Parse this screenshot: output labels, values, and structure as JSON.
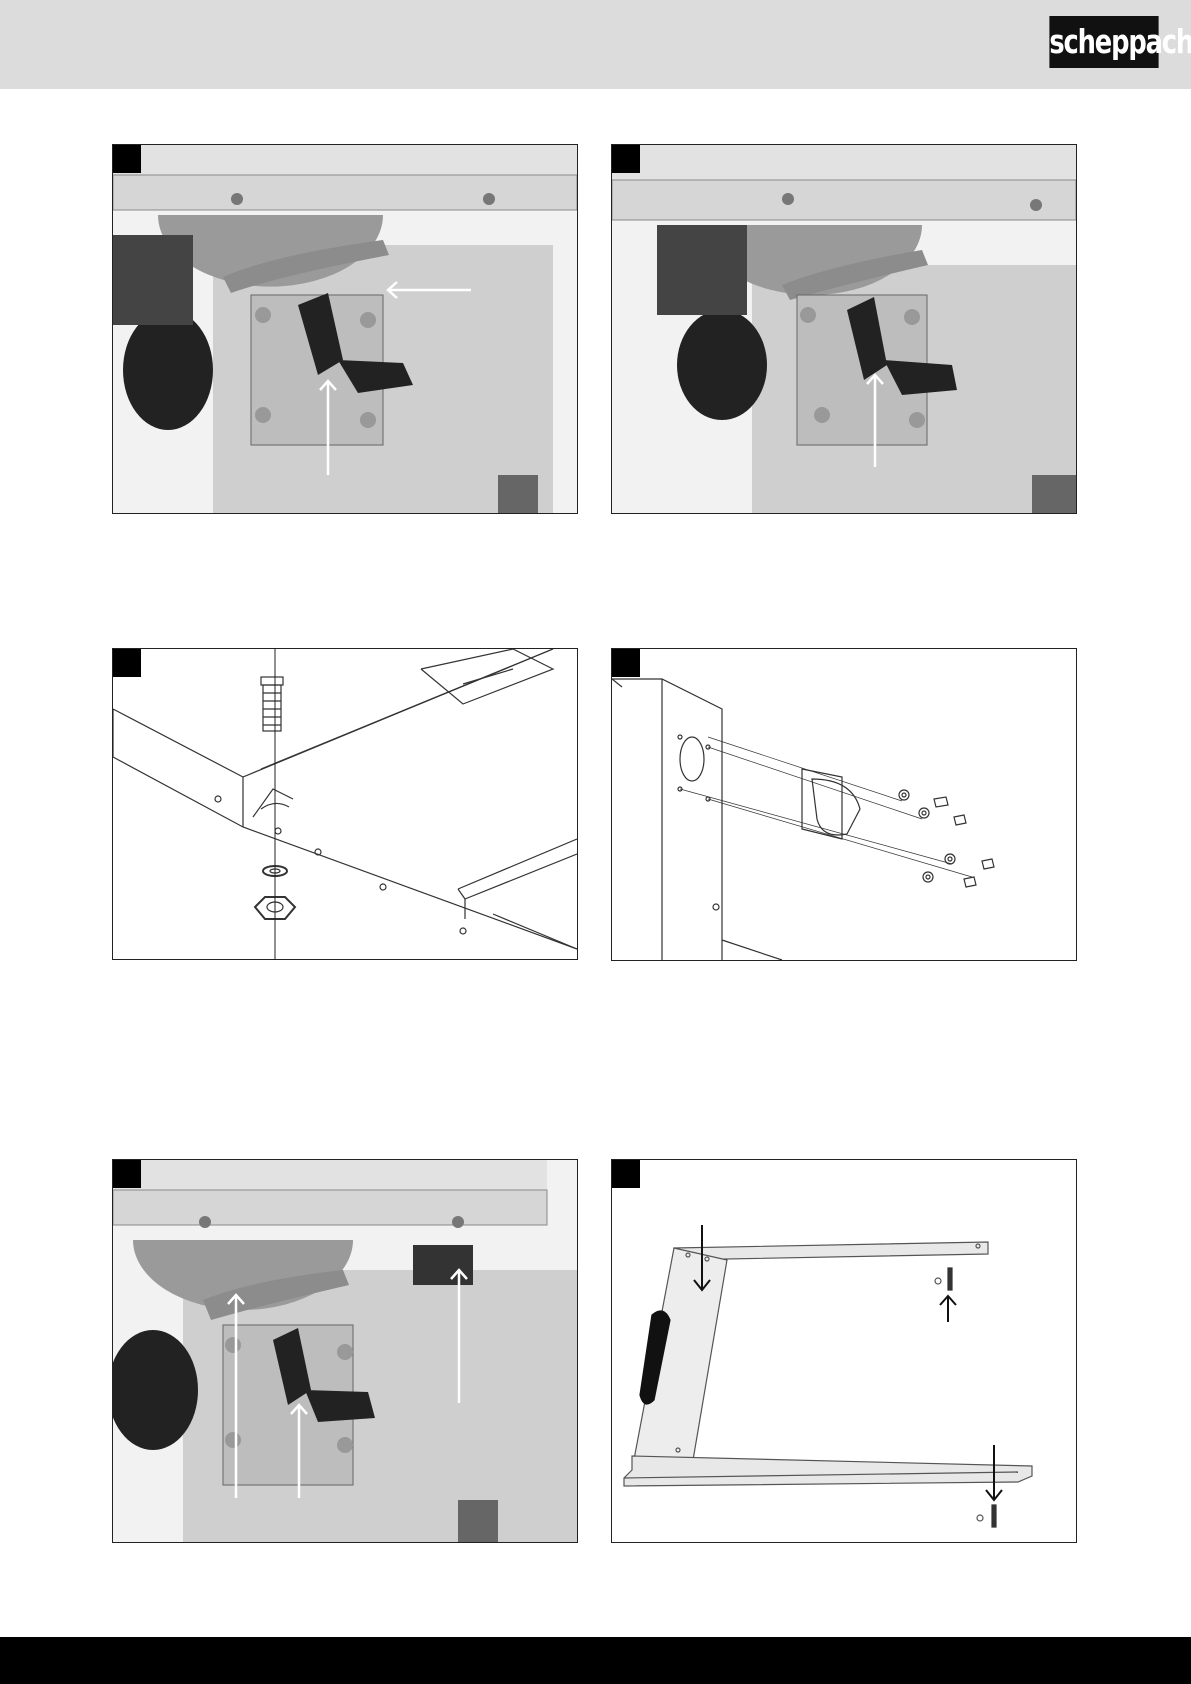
{
  "header": {
    "brand": "scheppach"
  },
  "figures": [
    {
      "id": "fig-1",
      "number": "",
      "kind": "photo"
    },
    {
      "id": "fig-2",
      "number": "",
      "kind": "photo"
    },
    {
      "id": "fig-3",
      "number": "",
      "kind": "line-drawing"
    },
    {
      "id": "fig-4",
      "number": "",
      "kind": "line-drawing"
    },
    {
      "id": "fig-5",
      "number": "",
      "kind": "photo"
    },
    {
      "id": "fig-6",
      "number": "",
      "kind": "line-drawing"
    }
  ],
  "colors": {
    "header_bg": "#dcdcdc",
    "footer_bg": "#000000",
    "logo_bg": "#111111",
    "logo_text": "#ffffff"
  }
}
